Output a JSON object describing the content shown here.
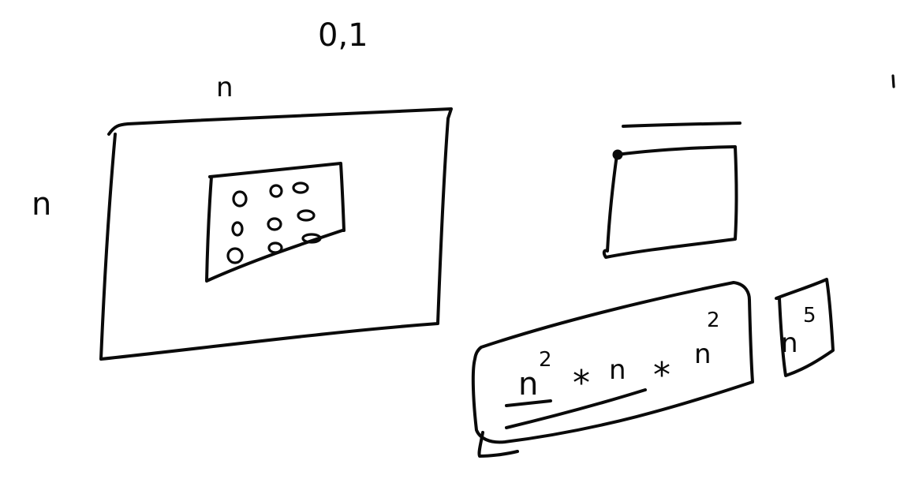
{
  "whiteboard": {
    "top_label": "0,1",
    "big_grid": {
      "width_label": "n",
      "height_label": "n",
      "kernel_cells": [
        "o",
        "o",
        "o",
        "o",
        "o",
        "o",
        "o",
        "o",
        "o"
      ]
    },
    "expression": {
      "base_1": "n",
      "exp_1": "2",
      "op_1": "*",
      "base_2": "n",
      "op_2": "*",
      "base_3": "n",
      "exp_2": "2"
    },
    "result": {
      "base": "n",
      "exp": "5"
    }
  }
}
